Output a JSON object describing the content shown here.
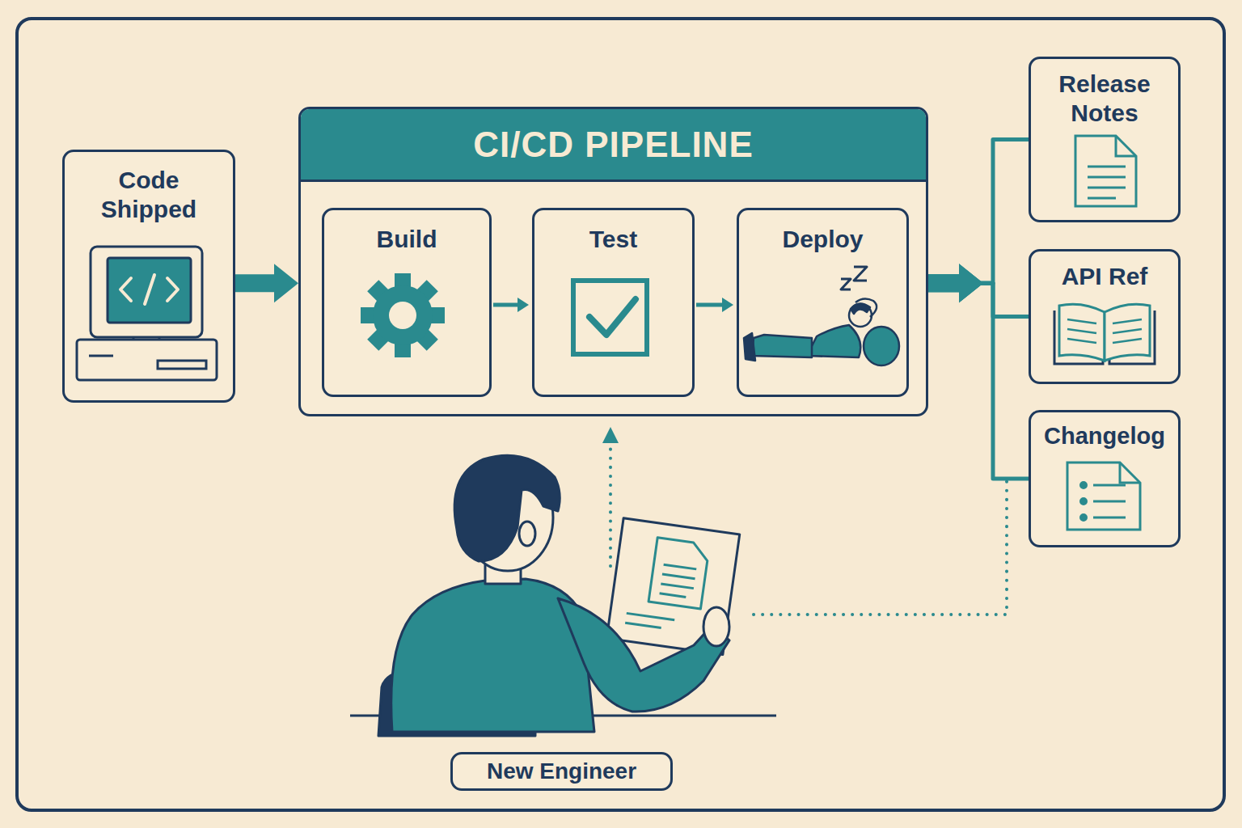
{
  "diagram": {
    "nodes": [
      {
        "text": [
          "Code Shipped"
        ]
      },
      {
        "text": [
          "CI/CD PIPELINE"
        ]
      },
      {
        "text": [
          "Build"
        ],
        "in": 1
      },
      {
        "text": [
          "Test"
        ],
        "in": 1
      },
      {
        "text": [
          "Deploy"
        ],
        "in": 1
      },
      {
        "text": [
          "Release Notes"
        ]
      },
      {
        "text": [
          "API Ref"
        ]
      },
      {
        "text": [
          "Changelog"
        ]
      },
      {
        "text": [
          "New Engineer"
        ]
      }
    ],
    "edges": [
      {
        "from": 0,
        "to": 1,
        "arrow": "to"
      },
      {
        "from": 2,
        "to": 3,
        "arrow": "to"
      },
      {
        "from": 3,
        "to": 4,
        "arrow": "to"
      },
      {
        "from": 1,
        "to": 5,
        "arrow": "to"
      },
      {
        "from": 1,
        "to": 6,
        "arrow": "to"
      },
      {
        "from": 1,
        "to": 7,
        "arrow": "to"
      }
    ]
  }
}
